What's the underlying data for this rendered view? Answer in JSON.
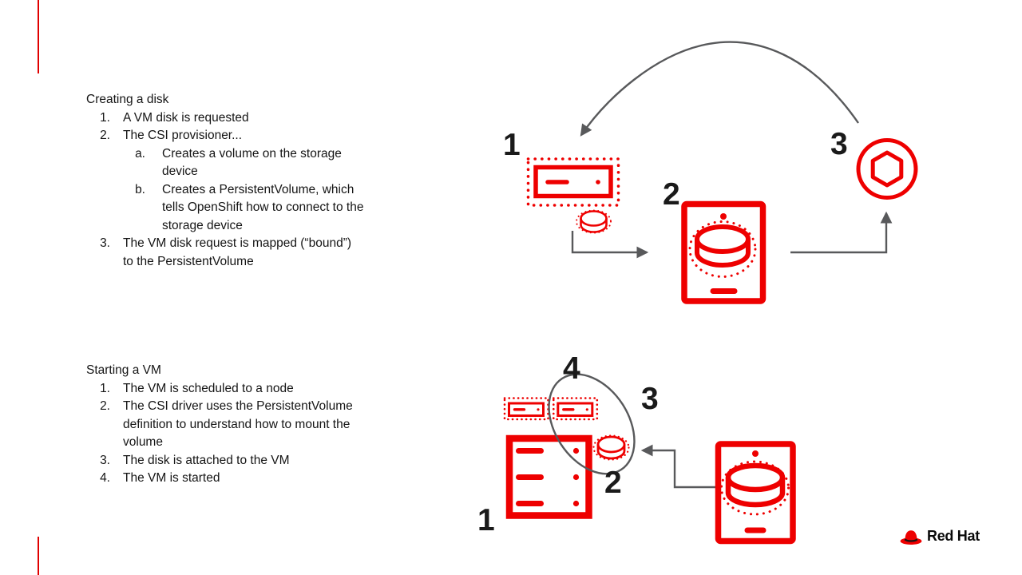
{
  "colors": {
    "accent_red": "#ee0000",
    "arrow_gray": "#58595b",
    "text": "#151515"
  },
  "creating_disk": {
    "title": "Creating a disk",
    "items": [
      {
        "num": "1.",
        "text": "A VM disk is requested"
      },
      {
        "num": "2.",
        "text": "The CSI provisioner..."
      },
      {
        "num": "a.",
        "text": "Creates a volume on the storage\ndevice"
      },
      {
        "num": "b.",
        "text": "Creates a PersistentVolume, which\ntells OpenShift how to connect to the\nstorage device"
      },
      {
        "num": "3.",
        "text": "The VM disk request is mapped (“bound”)\nto the PersistentVolume"
      }
    ]
  },
  "starting_vm": {
    "title": "Starting a VM",
    "items": [
      {
        "num": "1.",
        "text": "The VM is scheduled to a node"
      },
      {
        "num": "2.",
        "text": "The CSI driver uses the PersistentVolume\ndefinition to understand how to mount the\nvolume"
      },
      {
        "num": "3.",
        "text": "The disk is attached to the VM"
      },
      {
        "num": "4.",
        "text": "The VM is started"
      }
    ]
  },
  "diagram_top": {
    "step1": "1",
    "step2": "2",
    "step3": "3"
  },
  "diagram_bottom": {
    "step1": "1",
    "step2": "2",
    "step3": "3",
    "step4": "4"
  },
  "icons": {
    "disk_request": "dotted-rectangle-icon",
    "volume": "disk-cylinder-icon",
    "storage_device": "storage-card-icon",
    "openshift": "openshift-hexagon-icon",
    "node": "node-list-icon"
  },
  "footer": {
    "logo_text": "Red Hat"
  }
}
